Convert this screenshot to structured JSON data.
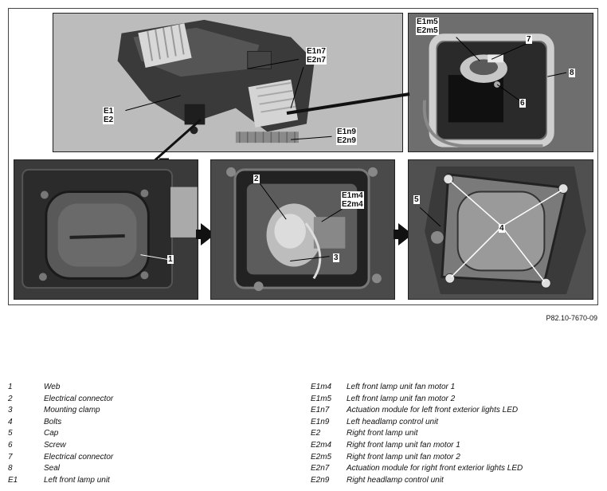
{
  "labels": {
    "e1n7": "E1n7",
    "e2n7": "E2n7",
    "e1": "E1",
    "e2": "E2",
    "e1n9": "E1n9",
    "e2n9": "E2n9",
    "e1m5": "E1m5",
    "e2m5": "E2m5",
    "n7": "7",
    "n8": "8",
    "n6": "6",
    "n1": "1",
    "n2": "2",
    "e1m4": "E1m4",
    "e2m4": "E2m4",
    "n3": "3",
    "n5": "5",
    "n4": "4"
  },
  "reference": "P82.10-7670-09",
  "legend_left": [
    {
      "key": "1",
      "text": "Web"
    },
    {
      "key": "2",
      "text": "Electrical connector"
    },
    {
      "key": "3",
      "text": "Mounting clamp"
    },
    {
      "key": "4",
      "text": "Bolts"
    },
    {
      "key": "5",
      "text": "Cap"
    },
    {
      "key": "6",
      "text": "Screw"
    },
    {
      "key": "7",
      "text": "Electrical connector"
    },
    {
      "key": "8",
      "text": "Seal"
    },
    {
      "key": "E1",
      "text": "Left front lamp unit"
    }
  ],
  "legend_right": [
    {
      "key": "E1m4",
      "text": "Left front lamp unit fan motor 1"
    },
    {
      "key": "E1m5",
      "text": "Left front lamp unit fan motor 2"
    },
    {
      "key": "E1n7",
      "text": "Actuation module for left front exterior lights LED"
    },
    {
      "key": "E1n9",
      "text": "Left headlamp control unit"
    },
    {
      "key": "E2",
      "text": "Right front lamp unit"
    },
    {
      "key": "E2m4",
      "text": "Right front lamp unit fan motor 1"
    },
    {
      "key": "E2m5",
      "text": "Right front lamp unit fan motor 2"
    },
    {
      "key": "E2n7",
      "text": "Actuation module for right front exterior lights LED"
    },
    {
      "key": "E2n9",
      "text": "Right headlamp control unit"
    }
  ]
}
